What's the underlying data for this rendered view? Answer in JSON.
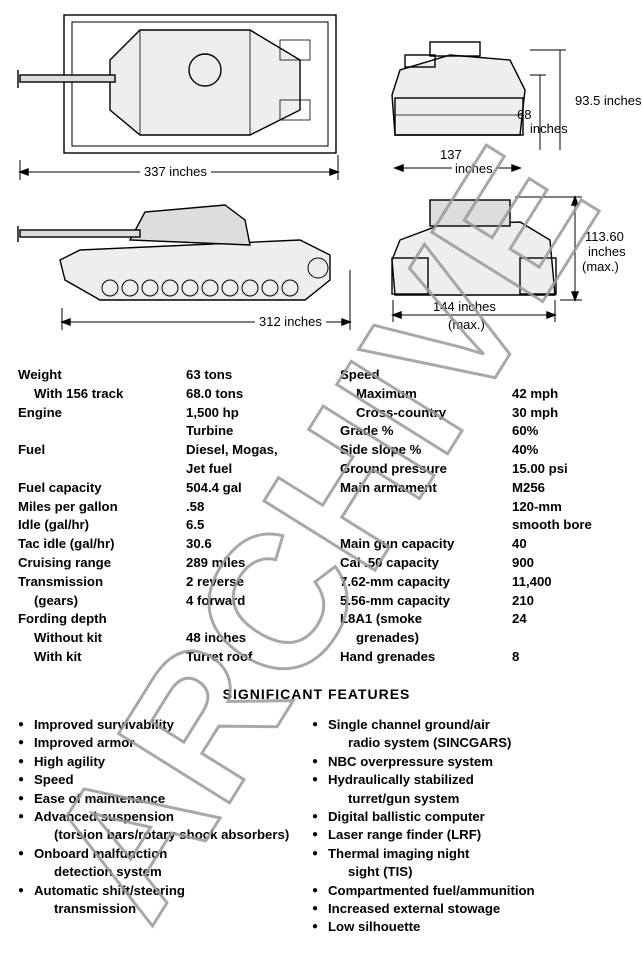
{
  "dimensions": {
    "top_length": "337 inches",
    "front_height": "93.5 inches",
    "front_inner_height": "68",
    "front_inner_height_unit": "inches",
    "front_width": "137",
    "front_width_unit": "inches",
    "side_length": "312 inches",
    "rear_height": "113.60",
    "rear_height_unit": "inches",
    "rear_height_note": "(max.)",
    "rear_width": "144 inches",
    "rear_width_note": "(max.)"
  },
  "specs_left": [
    {
      "label": "Weight",
      "value": "63 tons",
      "indent": false
    },
    {
      "label": "With 156 track",
      "value": "68.0 tons",
      "indent": true
    },
    {
      "label": "Engine",
      "value": "1,500 hp",
      "indent": false
    },
    {
      "label": "",
      "value": "Turbine",
      "indent": false
    },
    {
      "label": "Fuel",
      "value": "Diesel, Mogas,",
      "indent": false
    },
    {
      "label": "",
      "value": "Jet fuel",
      "indent": false
    },
    {
      "label": "Fuel capacity",
      "value": "504.4 gal",
      "indent": false
    },
    {
      "label": "Miles per gallon",
      "value": ".58",
      "indent": false
    },
    {
      "label": "Idle (gal/hr)",
      "value": "6.5",
      "indent": false
    },
    {
      "label": "Tac idle (gal/hr)",
      "value": "30.6",
      "indent": false
    },
    {
      "label": "Cruising range",
      "value": "289 miles",
      "indent": false
    },
    {
      "label": "Transmission",
      "value": "2 reverse",
      "indent": false
    },
    {
      "label": "(gears)",
      "value": "4 forward",
      "indent": true
    },
    {
      "label": "Fording depth",
      "value": "",
      "indent": false
    },
    {
      "label": "Without kit",
      "value": "48 inches",
      "indent": true
    },
    {
      "label": "With kit",
      "value": "Turret roof",
      "indent": true
    }
  ],
  "specs_right": [
    {
      "label": "Speed",
      "value": "",
      "indent": false
    },
    {
      "label": "Maximum",
      "value": "42 mph",
      "indent": true
    },
    {
      "label": "Cross-country",
      "value": "30 mph",
      "indent": true
    },
    {
      "label": "Grade %",
      "value": "60%",
      "indent": false
    },
    {
      "label": "Side slope %",
      "value": "40%",
      "indent": false
    },
    {
      "label": "Ground pressure",
      "value": "15.00 psi",
      "indent": false
    },
    {
      "label": "Main armament",
      "value": "M256",
      "indent": false
    },
    {
      "label": "",
      "value": "120-mm",
      "indent": false
    },
    {
      "label": "",
      "value": "smooth bore",
      "indent": false
    },
    {
      "label": "Main gun capacity",
      "value": "40",
      "indent": false
    },
    {
      "label": "Cal .50 capacity",
      "value": "900",
      "indent": false
    },
    {
      "label": "7.62-mm capacity",
      "value": "11,400",
      "indent": false
    },
    {
      "label": "5.56-mm capacity",
      "value": "210",
      "indent": false
    },
    {
      "label": "L8A1 (smoke",
      "value": "24",
      "indent": false
    },
    {
      "label": "grenades)",
      "value": "",
      "indent": true
    },
    {
      "label": "Hand grenades",
      "value": "8",
      "indent": false
    }
  ],
  "features_title": "SIGNIFICANT FEATURES",
  "features_left": [
    {
      "line1": "Improved survivability",
      "line2": ""
    },
    {
      "line1": "Improved armor",
      "line2": ""
    },
    {
      "line1": "High agility",
      "line2": ""
    },
    {
      "line1": "Speed",
      "line2": ""
    },
    {
      "line1": "Ease of maintenance",
      "line2": ""
    },
    {
      "line1": "Advanced suspension",
      "line2": "(torsion bars/rotary shock absorbers)"
    },
    {
      "line1": "Onboard malfunction",
      "line2": "detection system"
    },
    {
      "line1": "Automatic shift/steering",
      "line2": "transmission"
    }
  ],
  "features_right": [
    {
      "line1": "Single channel ground/air",
      "line2": "radio system (SINCGARS)"
    },
    {
      "line1": "NBC overpressure system",
      "line2": ""
    },
    {
      "line1": "Hydraulically stabilized",
      "line2": "turret/gun system"
    },
    {
      "line1": "Digital ballistic computer",
      "line2": ""
    },
    {
      "line1": "Laser range finder (LRF)",
      "line2": ""
    },
    {
      "line1": "Thermal imaging night",
      "line2": "sight (TIS)"
    },
    {
      "line1": "Compartmented fuel/ammunition",
      "line2": ""
    },
    {
      "line1": "Increased external stowage",
      "line2": ""
    },
    {
      "line1": "Low silhouette",
      "line2": ""
    }
  ],
  "watermark_text": "ARCHIVE",
  "colors": {
    "ink": "#000000",
    "paper": "#ffffff",
    "watermark_outline": "#9a9a9a"
  }
}
